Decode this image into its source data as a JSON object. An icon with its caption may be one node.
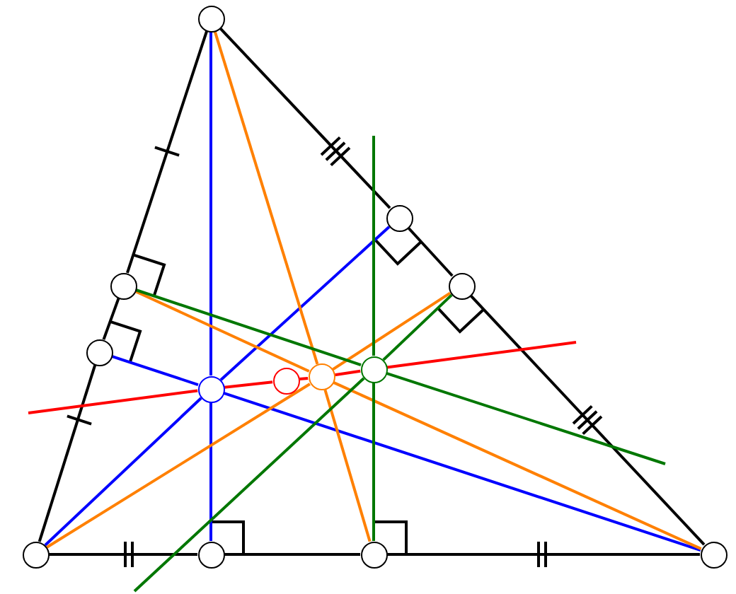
{
  "diagram": {
    "nodes": [
      {
        "text": [],
        "shape": "circle"
      },
      {
        "text": [],
        "shape": "circle"
      },
      {
        "text": [],
        "shape": "circle"
      },
      {
        "text": [],
        "shape": "circle"
      },
      {
        "text": [],
        "shape": "circle"
      },
      {
        "text": [],
        "shape": "circle"
      },
      {
        "text": [],
        "shape": "circle"
      },
      {
        "text": [],
        "shape": "circle"
      },
      {
        "text": [],
        "shape": "circle"
      },
      {
        "text": [],
        "shape": "circle"
      },
      {
        "text": [],
        "shape": "circle"
      },
      {
        "text": [],
        "shape": "circle"
      },
      {
        "text": [],
        "shape": "circle"
      }
    ],
    "edges": [
      {
        "from": 0,
        "to": 2,
        "arrow": "none"
      },
      {
        "from": 2,
        "to": 4,
        "arrow": "none"
      },
      {
        "from": 4,
        "to": 9,
        "arrow": "none"
      },
      {
        "from": 9,
        "to": 10,
        "arrow": "none"
      },
      {
        "from": 10,
        "to": 11,
        "arrow": "none"
      },
      {
        "from": 11,
        "to": 12,
        "arrow": "none"
      },
      {
        "from": 0,
        "to": 1,
        "arrow": "none"
      },
      {
        "from": 1,
        "to": 3,
        "arrow": "none"
      },
      {
        "from": 3,
        "to": 12,
        "arrow": "none"
      },
      {
        "from": 0,
        "to": 8,
        "arrow": "none",
        "color": "#0000ff"
      },
      {
        "from": 8,
        "to": 10,
        "arrow": "none",
        "color": "#0000ff"
      },
      {
        "from": 9,
        "to": 8,
        "arrow": "none",
        "color": "#0000ff"
      },
      {
        "from": 8,
        "to": 1,
        "arrow": "none",
        "color": "#0000ff"
      },
      {
        "from": 12,
        "to": 8,
        "arrow": "none",
        "color": "#0000ff"
      },
      {
        "from": 8,
        "to": 4,
        "arrow": "none",
        "color": "#0000ff"
      },
      {
        "from": 0,
        "to": 6,
        "arrow": "none",
        "color": "#ff8000"
      },
      {
        "from": 6,
        "to": 11,
        "arrow": "none",
        "color": "#ff8000"
      },
      {
        "from": 9,
        "to": 6,
        "arrow": "none",
        "color": "#ff8000"
      },
      {
        "from": 6,
        "to": 3,
        "arrow": "none",
        "color": "#ff8000"
      },
      {
        "from": 12,
        "to": 6,
        "arrow": "none",
        "color": "#ff8000"
      },
      {
        "from": 6,
        "to": 2,
        "arrow": "none",
        "color": "#ff8000"
      },
      {
        "from": 2,
        "to": 5,
        "arrow": "none",
        "color": "#007700"
      },
      {
        "from": 5,
        "to": null,
        "arrow": "none",
        "color": "#007700"
      },
      {
        "from": 11,
        "to": 5,
        "arrow": "none",
        "color": "#007700"
      },
      {
        "from": 5,
        "to": null,
        "arrow": "none",
        "color": "#007700"
      },
      {
        "from": 3,
        "to": 5,
        "arrow": "none",
        "color": "#007700"
      },
      {
        "from": 5,
        "to": null,
        "arrow": "none",
        "color": "#007700"
      },
      {
        "from": null,
        "to": 8,
        "arrow": "none",
        "color": "#ff0000"
      },
      {
        "from": 8,
        "to": 7,
        "arrow": "none",
        "color": "#ff0000"
      },
      {
        "from": 7,
        "to": 6,
        "arrow": "none",
        "color": "#ff0000"
      },
      {
        "from": 6,
        "to": 5,
        "arrow": "none",
        "color": "#ff0000"
      },
      {
        "from": 5,
        "to": null,
        "arrow": "none",
        "color": "#ff0000"
      }
    ]
  }
}
